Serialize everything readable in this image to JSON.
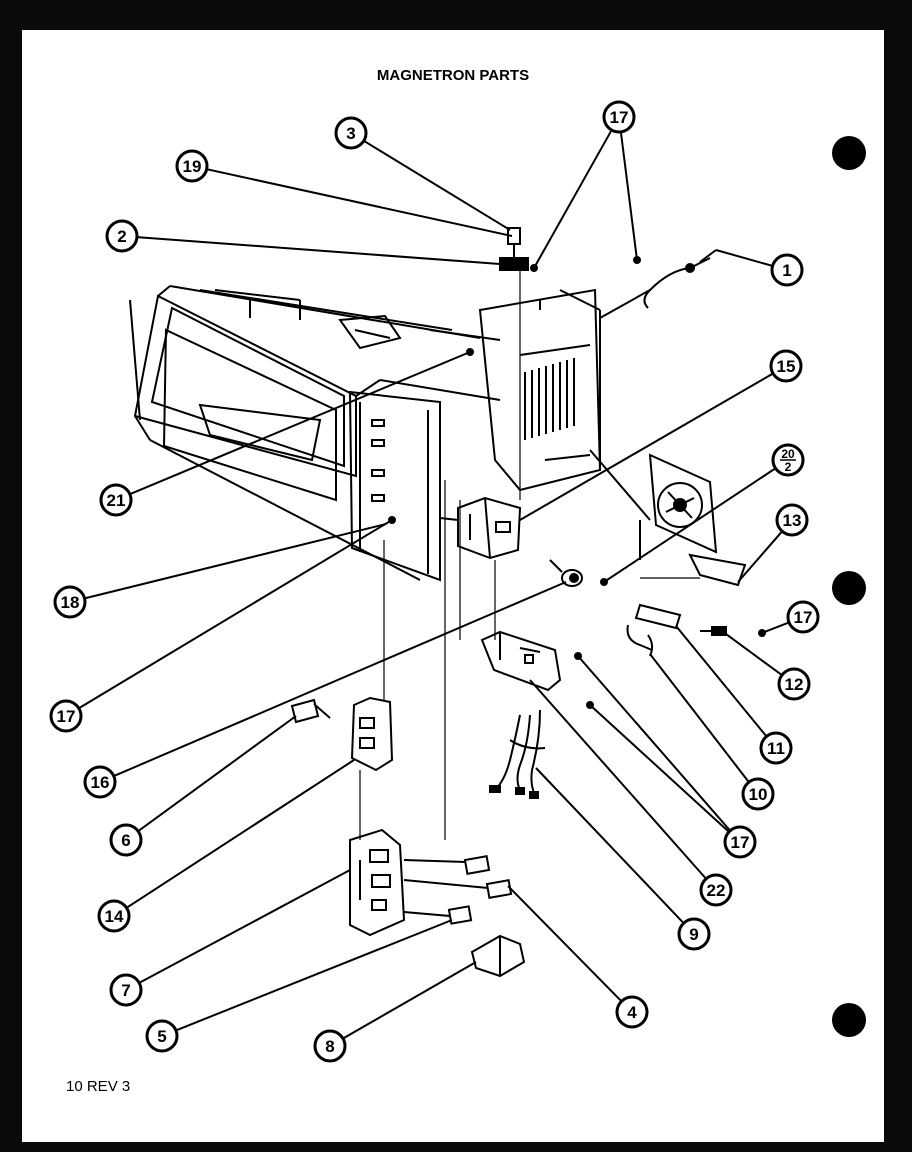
{
  "title": "MAGNETRON PARTS",
  "page_code": "10 REV 3",
  "callouts": [
    {
      "n": "1"
    },
    {
      "n": "2"
    },
    {
      "n": "3"
    },
    {
      "n": "4"
    },
    {
      "n": "5"
    },
    {
      "n": "6"
    },
    {
      "n": "7"
    },
    {
      "n": "8"
    },
    {
      "n": "9"
    },
    {
      "n": "10"
    },
    {
      "n": "11"
    },
    {
      "n": "12"
    },
    {
      "n": "13"
    },
    {
      "n": "14"
    },
    {
      "n": "15"
    },
    {
      "n": "16"
    },
    {
      "n": "17"
    },
    {
      "n": "17"
    },
    {
      "n": "17"
    },
    {
      "n": "17"
    },
    {
      "n": "18"
    },
    {
      "n": "19"
    },
    {
      "n": "20/2"
    },
    {
      "n": "21"
    },
    {
      "n": "22"
    }
  ]
}
